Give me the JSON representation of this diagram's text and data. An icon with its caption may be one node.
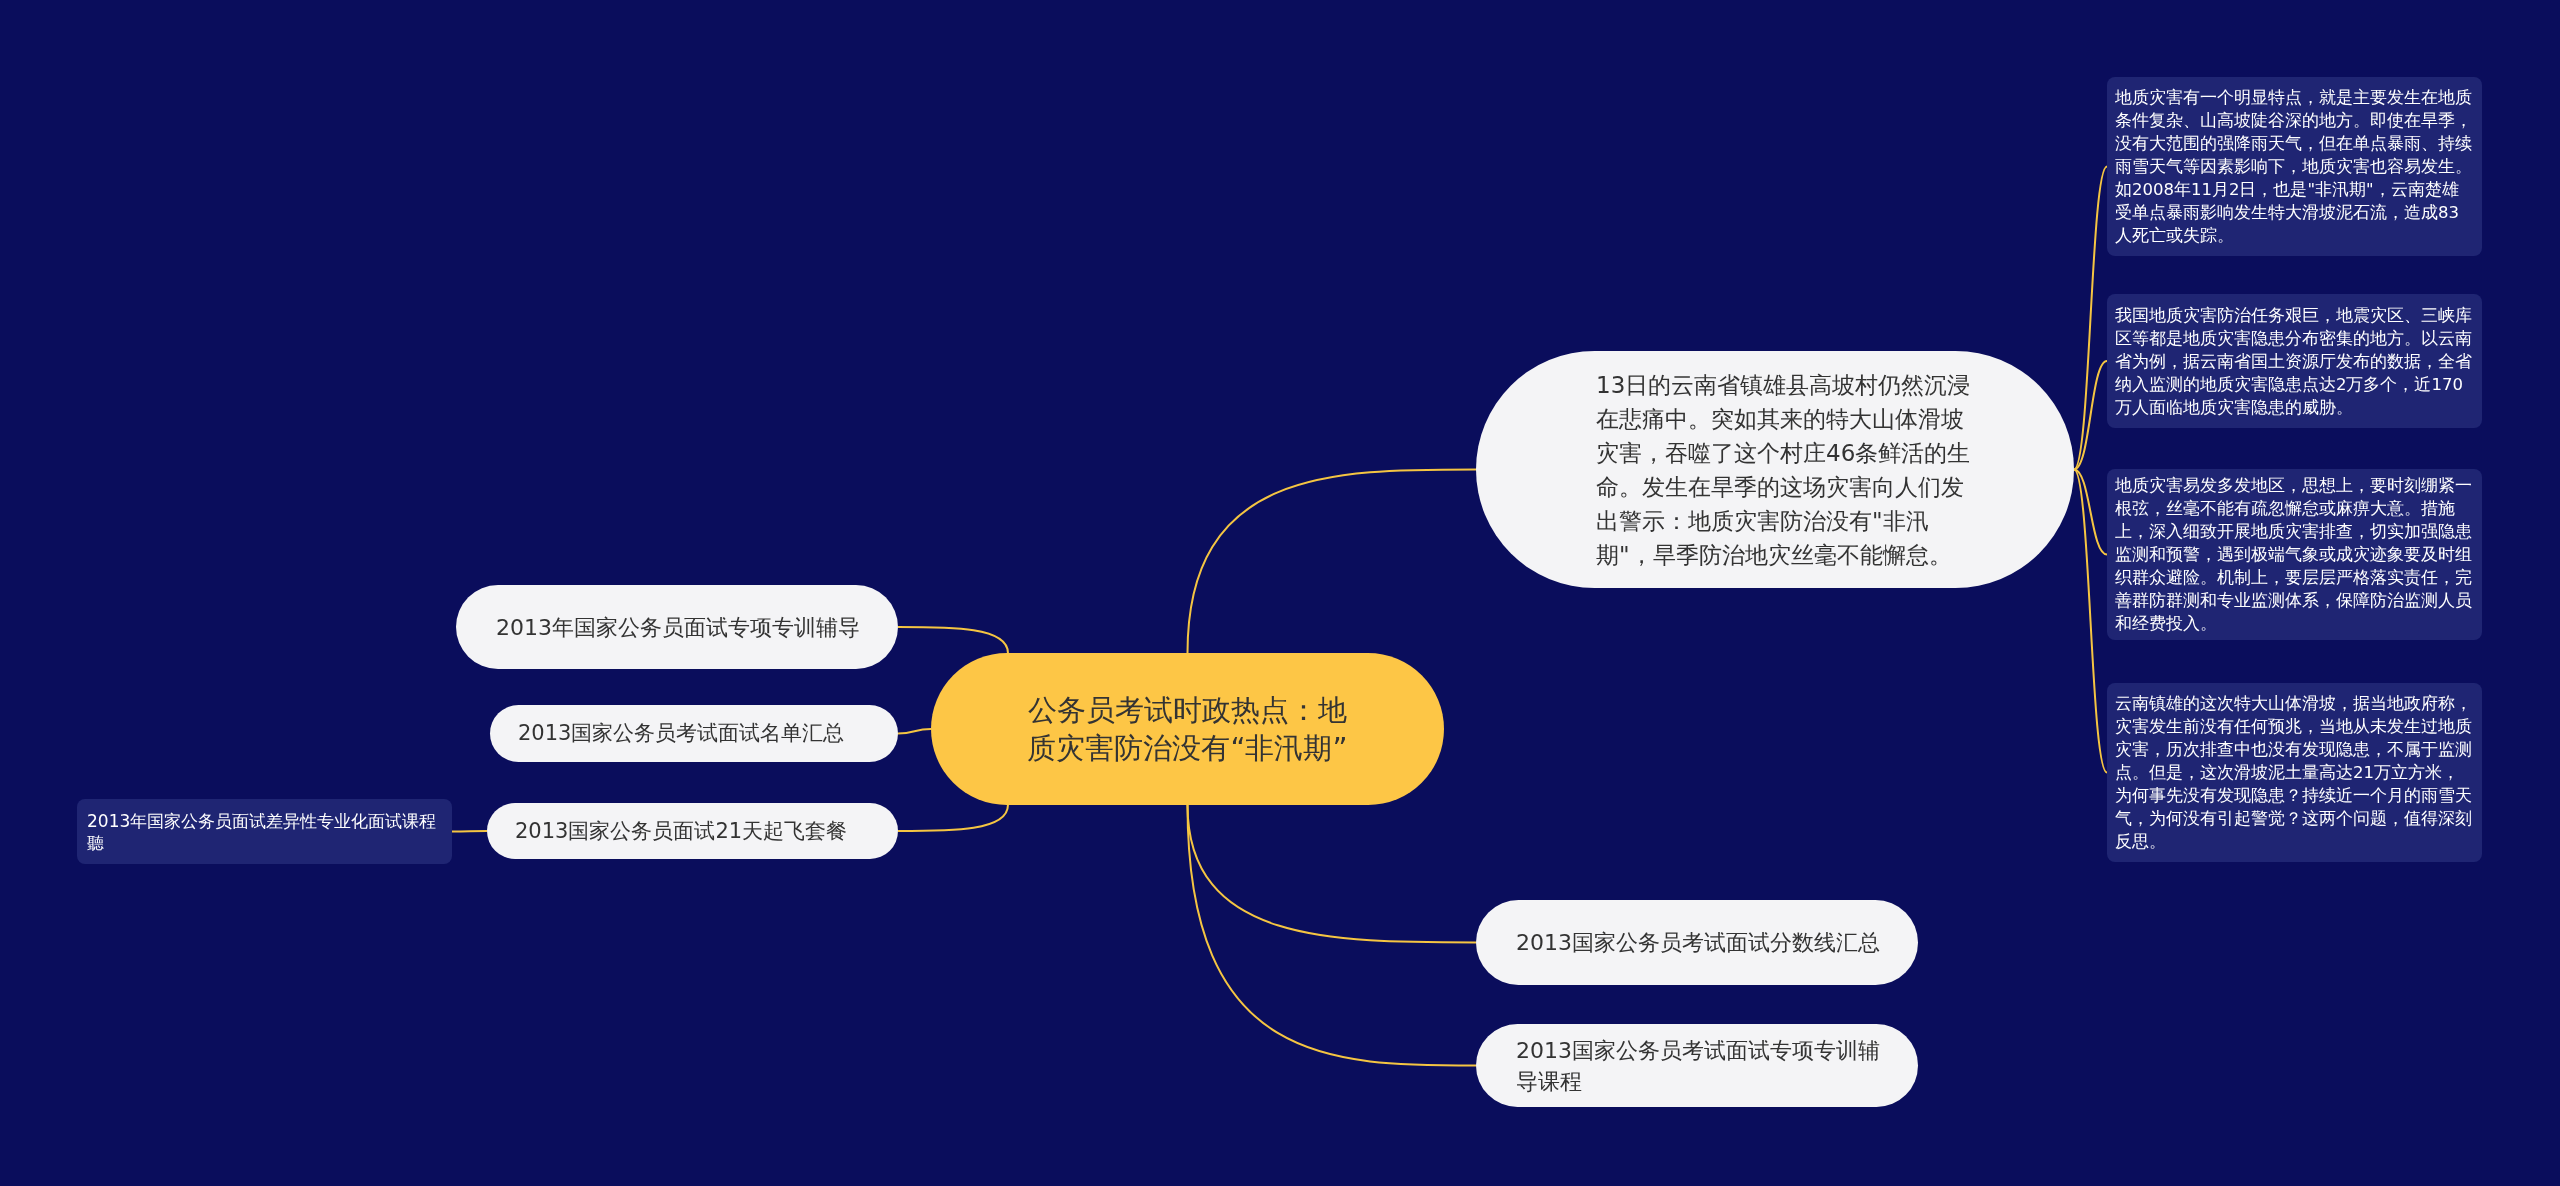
{
  "diagram": {
    "nodes": [
      {
        "text": [
          "公务员考试时政热点：地质灾害防治没有“非汛期”"
        ]
      },
      {
        "text": [
          "13日的云南省镇雄县高坡村仍然沉浸在悲痛中。突如其来的特大山体滑坡灾害，吞噬了这个村庄46条鲜活的生命。发生在旱季的这场灾害向人们发出警示：地质灾害防治没有\"非汛期\"，旱季防治地灾丝毫不能懈怠。"
        ]
      },
      {
        "text": [
          "地质灾害有一个明显特点，就是主要发生在地质条件复杂、山高坡陡谷深的地方。即使在旱季，没有大范围的强降雨天气，但在单点暴雨、持续雨雪天气等因素影响下，地质灾害也容易发生。如2008年11月2日，也是\"非汛期\"，云南楚雄受单点暴雨影响发生特大滑坡泥石流，造成83人死亡或失踪。"
        ]
      },
      {
        "text": [
          "我国地质灾害防治任务艰巨，地震灾区、三峡库区等都是地质灾害隐患分布密集的地方。以云南省为例，据云南省国土资源厅发布的数据，全省纳入监测的地质灾害隐患点达2万多个，近170万人面临地质灾害隐患的威胁。"
        ]
      },
      {
        "text": [
          "地质灾害易发多发地区，思想上，要时刻绷紧一根弦，丝毫不能有疏忽懈怠或麻痹大意。措施上，深入细致开展地质灾害排查，切实加强隐患监测和预警，遇到极端气象或成灾迹象要及时组织群众避险。机制上，要层层严格落实责任，完善群防群测和专业监测体系，保障防治监测人员和经费投入。"
        ]
      },
      {
        "text": [
          "云南镇雄的这次特大山体滑坡，据当地政府称，灾害发生前没有任何预兆，当地从未发生过地质灾害，历次排查中也没有发现隐患，不属于监测点。但是，这次滑坡泥土量高达21万立方米，为何事先没有发现隐患？持续近一个月的雨雪天气，为何没有引起警觉？这两个问题，值得深刻反思。"
        ]
      },
      {
        "text": [
          "2013年国家公务员面试专项专训辅导"
        ]
      },
      {
        "text": [
          "2013国家公务员考试面试名单汇总"
        ]
      },
      {
        "text": [
          "2013国家公务员面试21天起飞套餐"
        ]
      },
      {
        "text": [
          "2013年国家公务员面试差异性专业化面试课程聽"
        ]
      },
      {
        "text": [
          "2013国家公务员考试面试分数线汇总"
        ]
      },
      {
        "text": [
          "2013国家公务员考试面试专项专训辅导课程"
        ]
      }
    ],
    "edges": [
      {
        "from": 0,
        "to": 1,
        "arrow": "none"
      },
      {
        "from": 1,
        "to": 2,
        "arrow": "none"
      },
      {
        "from": 1,
        "to": 3,
        "arrow": "none"
      },
      {
        "from": 1,
        "to": 4,
        "arrow": "none"
      },
      {
        "from": 1,
        "to": 5,
        "arrow": "none"
      },
      {
        "from": 0,
        "to": 6,
        "arrow": "none"
      },
      {
        "from": 0,
        "to": 7,
        "arrow": "none"
      },
      {
        "from": 0,
        "to": 8,
        "arrow": "none"
      },
      {
        "from": 8,
        "to": 9,
        "arrow": "none"
      },
      {
        "from": 0,
        "to": 10,
        "arrow": "none"
      },
      {
        "from": 0,
        "to": 11,
        "arrow": "none"
      }
    ]
  }
}
